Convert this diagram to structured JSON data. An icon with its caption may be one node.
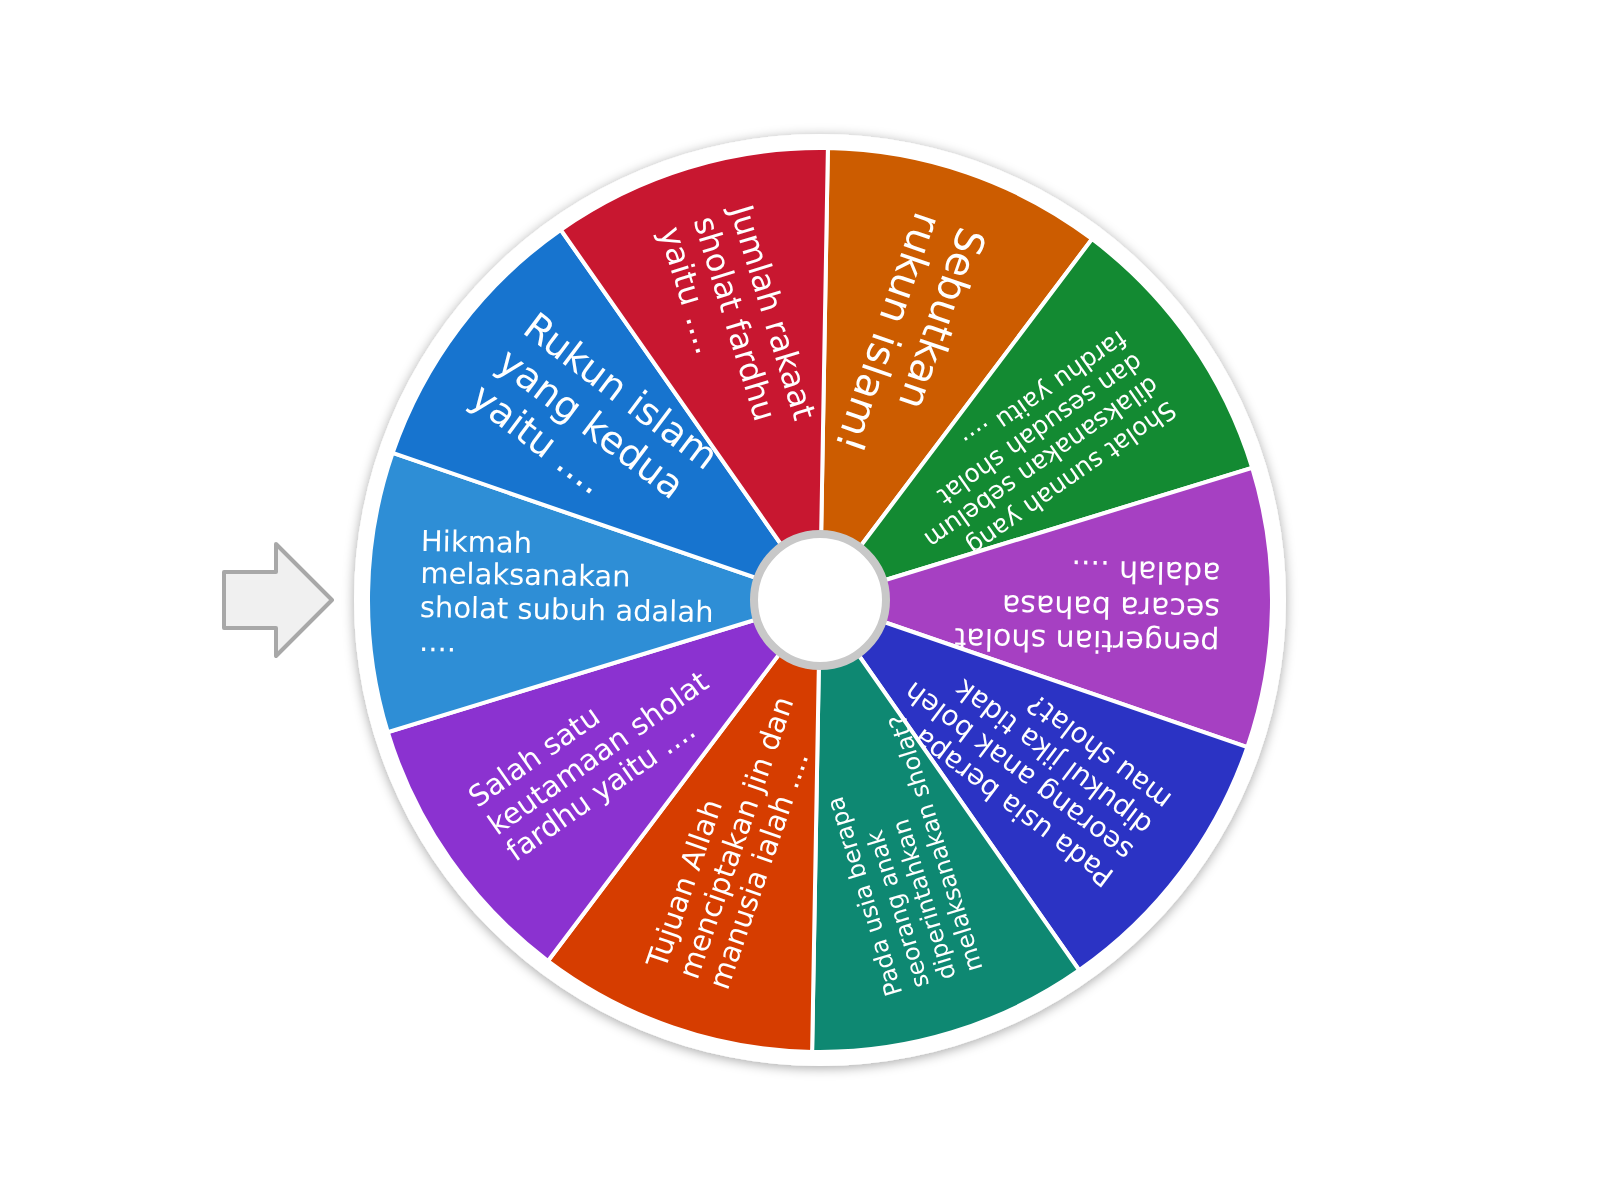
{
  "diagram": {
    "nodes": [
      {
        "text": [
          "Sebutkan rukun islam!"
        ]
      },
      {
        "text": [
          "Sholat sunnah yang dilaksanakan sebelum dan sesudah sholat fardhu yaitu ...."
        ]
      },
      {
        "text": [
          "pengertian sholat secara bahasa adalah ...."
        ]
      },
      {
        "text": [
          "Pada usia berapa seorang anak boleh dipukul jika tidak mau sholat?"
        ]
      },
      {
        "text": [
          "Pada usia berapa seorang anak diperintahkan melaksanakan sholat?"
        ]
      },
      {
        "text": [
          "Tujuan Allah menciptakan jin dan manusia ialah ...."
        ]
      },
      {
        "text": [
          "Salah satu keutamaan sholat fardhu yaitu ...."
        ]
      },
      {
        "text": [
          "Hikmah melaksanakan sholat subuh adalah ...."
        ]
      },
      {
        "text": [
          "Rukun islam yang kedua yaitu ...."
        ]
      },
      {
        "text": [
          "Jumlah rakaat sholat fardhu yaitu ...."
        ]
      }
    ]
  }
}
